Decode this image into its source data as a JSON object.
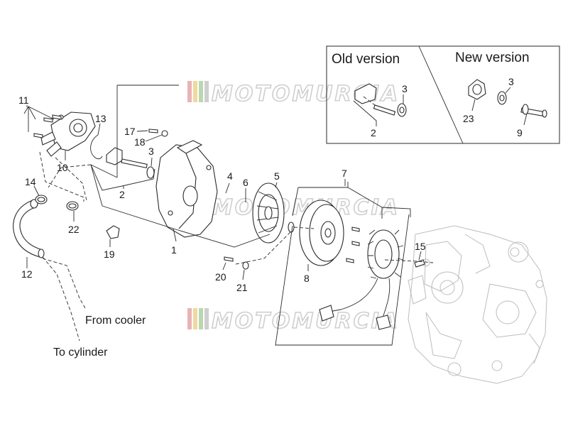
{
  "inset": {
    "old_label": "Old version",
    "new_label": "New version",
    "callouts": [
      "3",
      "2",
      "3",
      "23",
      "9"
    ]
  },
  "watermark": {
    "text": "MOTOMURCIA",
    "stripe_colors": [
      "#e8b4b4",
      "#f0d9a0",
      "#b8d8b0",
      "#cfcfcf"
    ]
  },
  "callouts": [
    "11",
    "13",
    "10",
    "14",
    "12",
    "17",
    "18",
    "3",
    "2",
    "22",
    "19",
    "4",
    "6",
    "5",
    "1",
    "7",
    "8",
    "15",
    "20",
    "21"
  ],
  "flow_labels": {
    "from_cooler": "From cooler",
    "to_cylinder": "To cylinder"
  }
}
